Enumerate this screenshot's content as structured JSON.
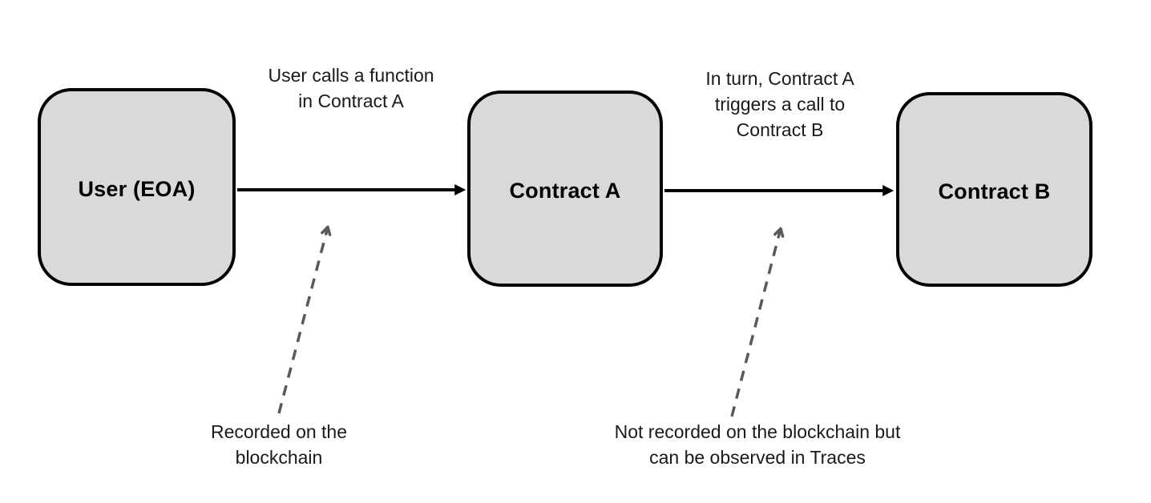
{
  "diagram": {
    "nodes": [
      {
        "id": "user-eoa",
        "label": "User (EOA)"
      },
      {
        "id": "contract-a",
        "label": "Contract A"
      },
      {
        "id": "contract-b",
        "label": "Contract B"
      }
    ],
    "edges": [
      {
        "from": "user-eoa",
        "to": "contract-a",
        "style": "solid",
        "label": "User calls a function\nin Contract A"
      },
      {
        "from": "contract-a",
        "to": "contract-b",
        "style": "solid",
        "label": "In turn, Contract A\ntriggers a call to\nContract B"
      }
    ],
    "annotations": [
      {
        "text": "Recorded on the\nblockchain"
      },
      {
        "text": "Not recorded on the blockchain but\ncan be observed in Traces"
      }
    ],
    "colors": {
      "background": "#ffffff",
      "node_fill": "#d9d9d9",
      "node_border": "#000000",
      "solid_arrow": "#000000",
      "dashed_arrow": "#595959",
      "text": "#1a1a1a"
    }
  }
}
